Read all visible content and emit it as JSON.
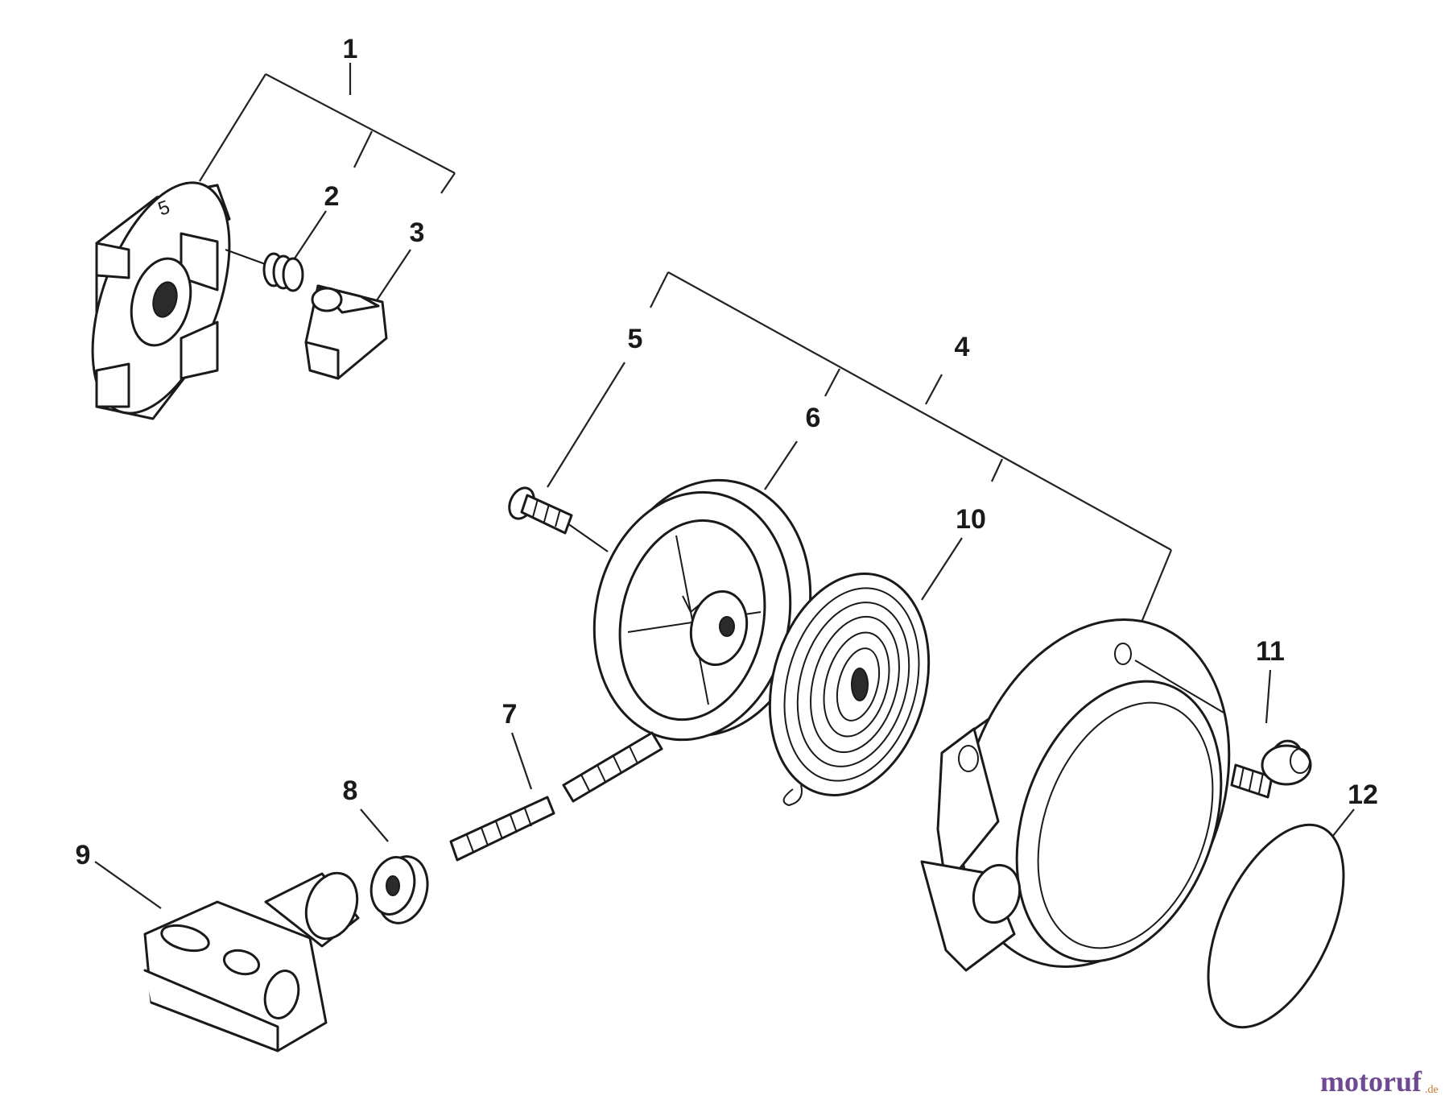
{
  "callouts": [
    "1",
    "2",
    "3",
    "4",
    "5",
    "6",
    "7",
    "8",
    "9",
    "10",
    "11",
    "12"
  ],
  "watermark": {
    "main": "motoruf",
    "suffix": ".de",
    "color_main": "#6f4a93",
    "color_accent": "#c07a2e"
  }
}
